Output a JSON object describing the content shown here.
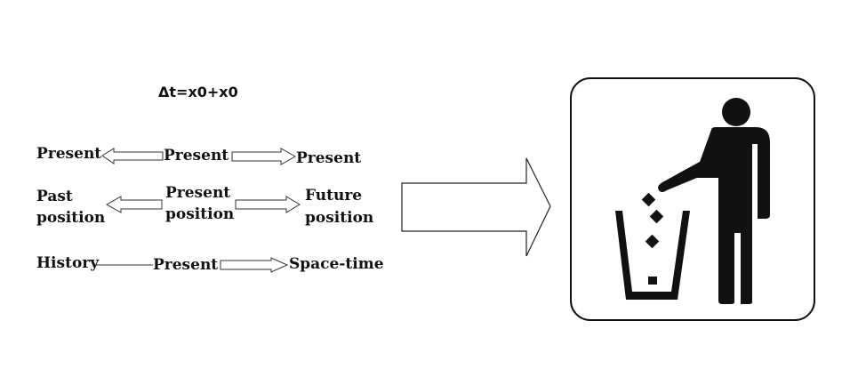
{
  "equation": "Δt=x0+x0",
  "row1": {
    "left": "Present",
    "center": "Present",
    "right": "Present"
  },
  "row2": {
    "left_line1": "Past",
    "left_line2": "position",
    "center_line1": "Present",
    "center_line2": "position",
    "right_line1": "Future",
    "right_line2": "position"
  },
  "row3": {
    "left": "History",
    "center": "Present",
    "right": "Space-time"
  },
  "icon": "trash-bin-person-icon",
  "colors": {
    "ink": "#111111",
    "background": "#ffffff"
  }
}
